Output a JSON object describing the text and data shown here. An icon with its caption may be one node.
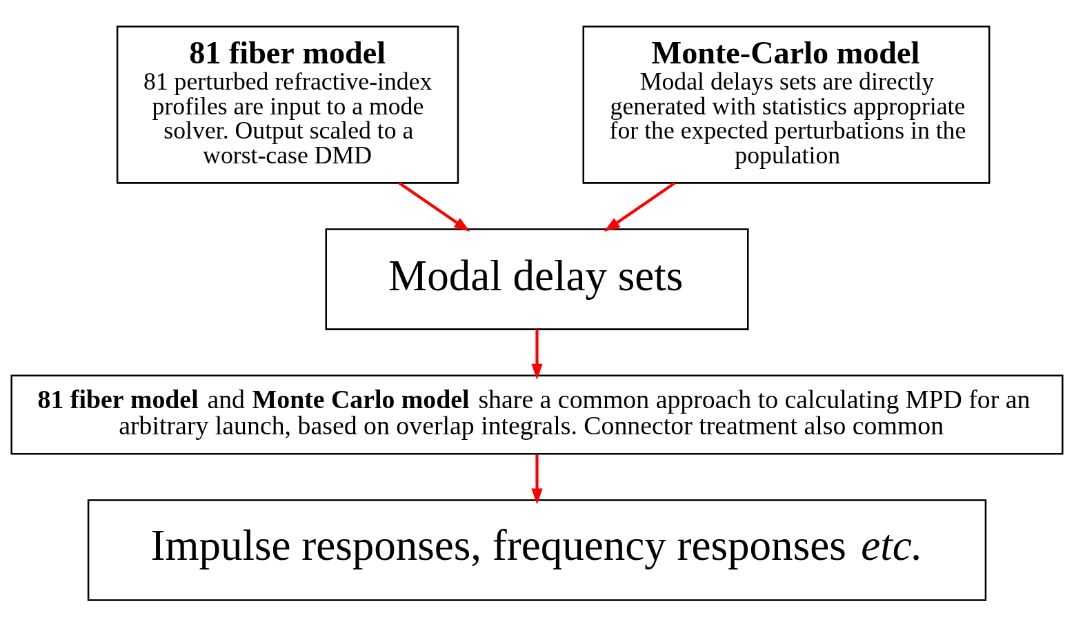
{
  "diagram": {
    "nodes": [
      {
        "text": [
          "81 fiber model",
          "81 perturbed refractive-index profiles are input to a mode solver. Output scaled to a worst-case DMD"
        ]
      },
      {
        "text": [
          "Monte-Carlo model",
          "Modal delays sets are directly generated with statistics appropriate for the expected perturbations in the population"
        ]
      },
      {
        "text": [
          "Modal delay sets"
        ]
      },
      {
        "text": [
          "**81 fiber model** and **Monte Carlo model** share a common approach to calculating MPD for an arbitrary launch, based on overlap integrals. Connector treatment also common"
        ]
      },
      {
        "text": [
          "Impulse responses, frequency responses *etc.*"
        ]
      }
    ],
    "edges": [
      {
        "from": 0,
        "to": 2,
        "arrow": "to"
      },
      {
        "from": 1,
        "to": 2,
        "arrow": "to"
      },
      {
        "from": 2,
        "to": 3,
        "arrow": "to"
      },
      {
        "from": 3,
        "to": 4,
        "arrow": "to"
      }
    ]
  }
}
